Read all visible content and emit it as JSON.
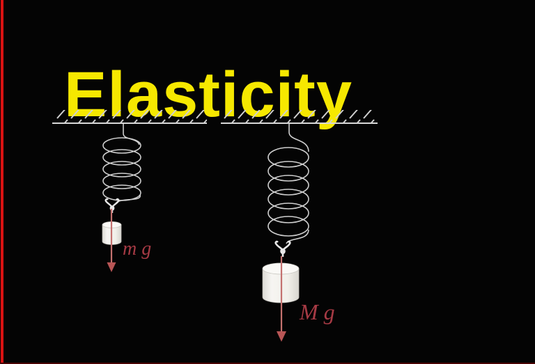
{
  "frame": {
    "background": "#040404",
    "left_border_color": "#db1212",
    "bottom_border_color": "#4a0404"
  },
  "title": {
    "text": "Elasticity",
    "color": "#f6e800"
  },
  "diagram": {
    "line_color": "#cfcfcf",
    "hook_color": "#e8e8e8",
    "mass_fill": "#f1efe9",
    "arrow_color": "#c4716f",
    "label_color": "#a63a44",
    "left": {
      "weight_label": "m g",
      "coil_count": 5
    },
    "right": {
      "weight_label": "M g",
      "coil_count": 6
    }
  }
}
